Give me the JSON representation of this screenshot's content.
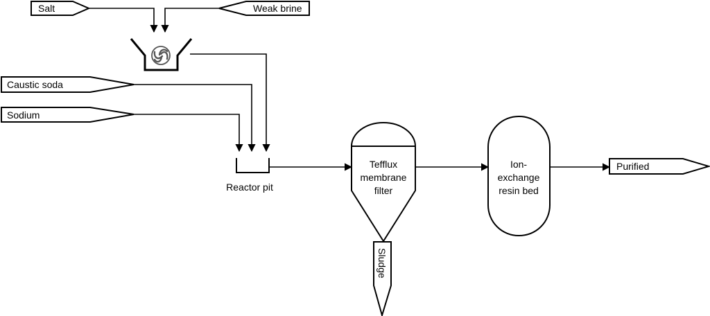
{
  "diagram": {
    "inputs": {
      "salt": "Salt",
      "weak_brine": "Weak brine",
      "caustic_soda": "Caustic soda",
      "sodium": "Sodium"
    },
    "units": {
      "mixer": "",
      "reactor_pit": "Reactor pit",
      "filter": [
        "Tefflux",
        "membrane",
        "filter"
      ],
      "resin_bed": [
        "Ion-",
        "exchange",
        "resin bed"
      ]
    },
    "outputs": {
      "sludge": "Sludge",
      "purified": "Purified"
    },
    "colors": {
      "line": "#000000",
      "mixer_blade": "#555555"
    }
  }
}
